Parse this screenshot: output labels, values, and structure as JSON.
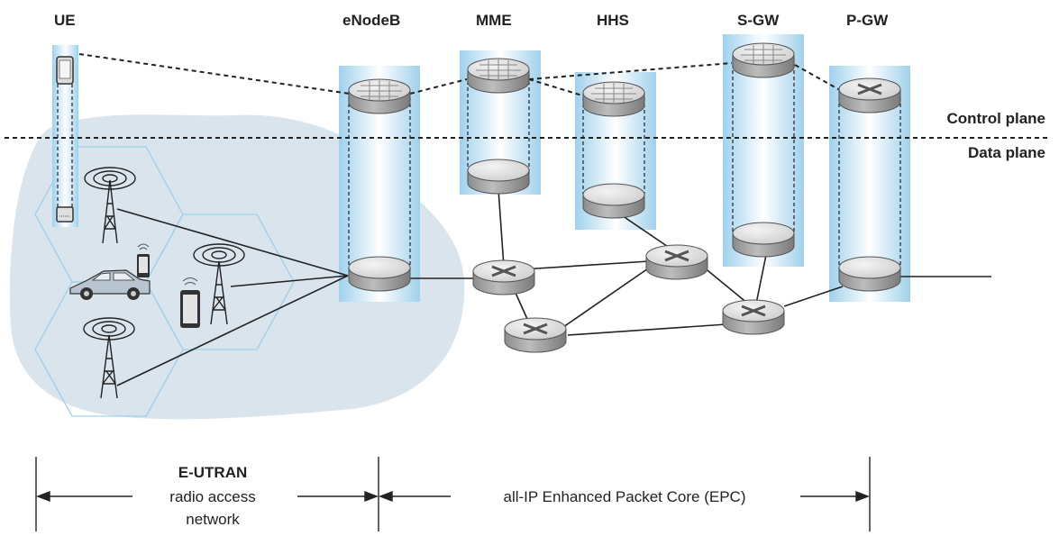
{
  "headers": {
    "ue": "UE",
    "enodeb": "eNodeB",
    "mme": "MME",
    "hhs": "HHS",
    "sgw": "S-GW",
    "pgw": "P-GW"
  },
  "planes": {
    "control": "Control plane",
    "data": "Data plane"
  },
  "bottom": {
    "eutran_title": "E-UTRAN",
    "eutran_line2": "radio access",
    "eutran_line3": "network",
    "epc": "all-IP Enhanced Packet Core (EPC)"
  },
  "colors": {
    "cloud": "#d9e4ec",
    "column": "#a9d6ee",
    "router_top": "#e6e6e6",
    "router_side": "#9b9b9b",
    "hex": "#9fd0ea"
  }
}
